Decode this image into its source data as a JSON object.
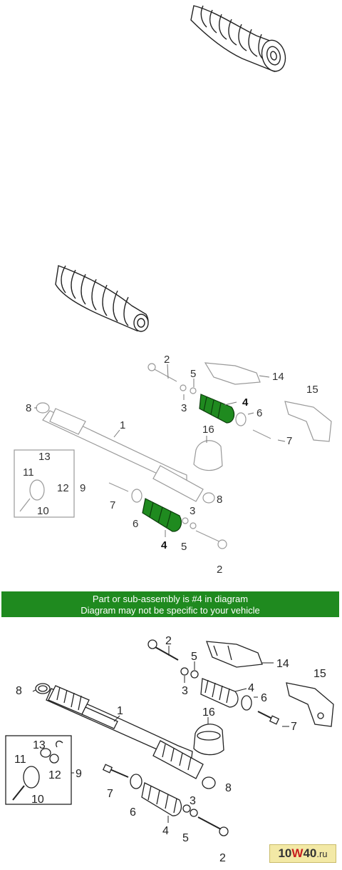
{
  "banner": {
    "line1": "Part or sub-assembly is #4 in diagram",
    "line2": "Diagram may not be specific to your vehicle"
  },
  "highlight_color": "#1f8a1f",
  "callouts": [
    "1",
    "2",
    "3",
    "4",
    "5",
    "6",
    "7",
    "8",
    "9",
    "10",
    "11",
    "12",
    "13",
    "14",
    "15",
    "16"
  ],
  "watermark": {
    "prefix": "10",
    "mark": "W",
    "suffix": "40",
    "tld": ".ru"
  }
}
